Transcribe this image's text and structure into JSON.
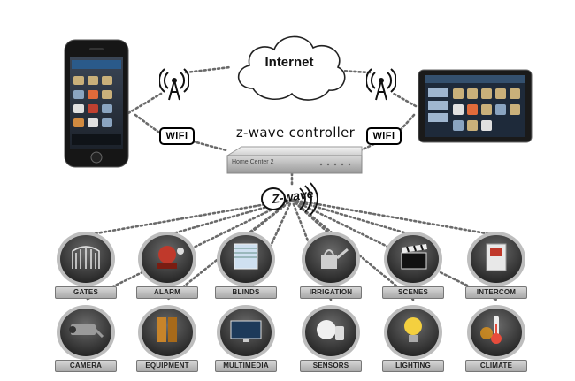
{
  "internet_label": "Internet",
  "controller": {
    "label": "z-wave controller",
    "brand": "Home Center 2"
  },
  "wifi_label": "WiFi",
  "zwave_logo": "Z-wave",
  "devices": [
    {
      "label": "GATES",
      "icon": "gate-icon"
    },
    {
      "label": "ALARM",
      "icon": "alarm-siren-icon"
    },
    {
      "label": "BLINDS",
      "icon": "window-blinds-icon"
    },
    {
      "label": "IRRIGATION",
      "icon": "watering-can-icon"
    },
    {
      "label": "SCENES",
      "icon": "clapperboard-icon"
    },
    {
      "label": "INTERCOM",
      "icon": "intercom-icon"
    },
    {
      "label": "CAMERA",
      "icon": "security-camera-icon"
    },
    {
      "label": "EQUIPMENT",
      "icon": "doors-icon"
    },
    {
      "label": "MULTIMEDIA",
      "icon": "tv-icon"
    },
    {
      "label": "SENSORS",
      "icon": "sensor-icon"
    },
    {
      "label": "LIGHTING",
      "icon": "light-bulb-icon"
    },
    {
      "label": "CLIMATE",
      "icon": "thermometer-icon"
    }
  ]
}
